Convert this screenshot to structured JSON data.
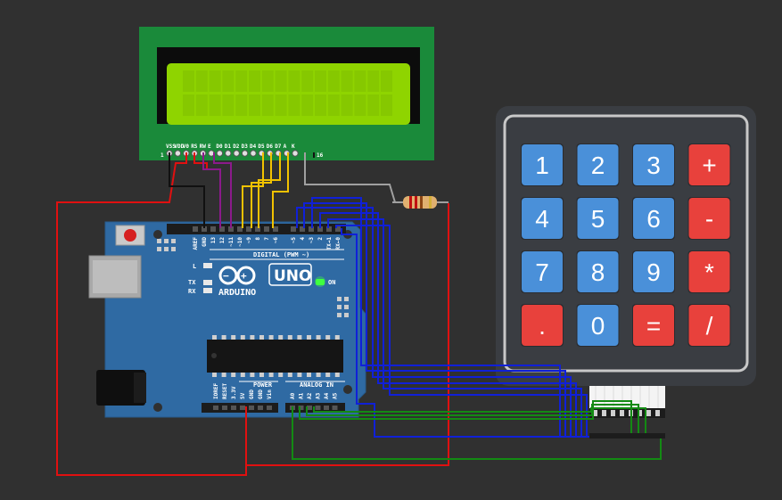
{
  "lcd": {
    "pin_labels": [
      "VSS",
      "VDD",
      "V0",
      "RS",
      "RW",
      "E",
      "D0",
      "D1",
      "D2",
      "D3",
      "D4",
      "D5",
      "D6",
      "D7",
      "A",
      "K"
    ],
    "first_pin_number": "1",
    "last_pin_number": "16"
  },
  "arduino": {
    "brand": "ARDUINO",
    "model": "UNO",
    "digital_header_label": "DIGITAL (PWM ~)",
    "top_pins": [
      "AREF",
      "GND",
      "13",
      "12",
      "~11",
      "~10",
      "~9",
      "8",
      "7",
      "~6",
      "~5",
      "4",
      "~3",
      "2",
      "TX→1",
      "RX←0"
    ],
    "led_l": "L",
    "led_tx": "TX",
    "led_rx": "RX",
    "led_on": "ON",
    "power_label": "POWER",
    "power_pins": [
      "IOREF",
      "RESET",
      "3.3V",
      "5V",
      "GND",
      "GND",
      "Vin"
    ],
    "analog_label": "ANALOG IN",
    "analog_pins": [
      "A0",
      "A1",
      "A2",
      "A3",
      "A4",
      "A5"
    ]
  },
  "keypad": {
    "keys": [
      {
        "label": "1",
        "color": "#4a90d9"
      },
      {
        "label": "2",
        "color": "#4a90d9"
      },
      {
        "label": "3",
        "color": "#4a90d9"
      },
      {
        "label": "+",
        "color": "#e8413c"
      },
      {
        "label": "4",
        "color": "#4a90d9"
      },
      {
        "label": "5",
        "color": "#4a90d9"
      },
      {
        "label": "6",
        "color": "#4a90d9"
      },
      {
        "label": "-",
        "color": "#e8413c"
      },
      {
        "label": "7",
        "color": "#4a90d9"
      },
      {
        "label": "8",
        "color": "#4a90d9"
      },
      {
        "label": "9",
        "color": "#4a90d9"
      },
      {
        "label": "*",
        "color": "#e8413c"
      },
      {
        "label": ".",
        "color": "#e8413c"
      },
      {
        "label": "0",
        "color": "#4a90d9"
      },
      {
        "label": "=",
        "color": "#e8413c"
      },
      {
        "label": "/",
        "color": "#e8413c"
      }
    ]
  },
  "colors": {
    "background": "#303030",
    "lcd_pcb": "#1a8a3a",
    "lcd_screen": "#8fd400",
    "arduino_board": "#2f6aa3",
    "keypad_body": "#3a3d42",
    "wire_red": "#e01010",
    "wire_black": "#111111",
    "wire_purple": "#8b1a8b",
    "wire_yellow": "#f2c200",
    "wire_blue": "#1020d8",
    "wire_green": "#138a13",
    "wire_gray": "#a0a0a0"
  }
}
